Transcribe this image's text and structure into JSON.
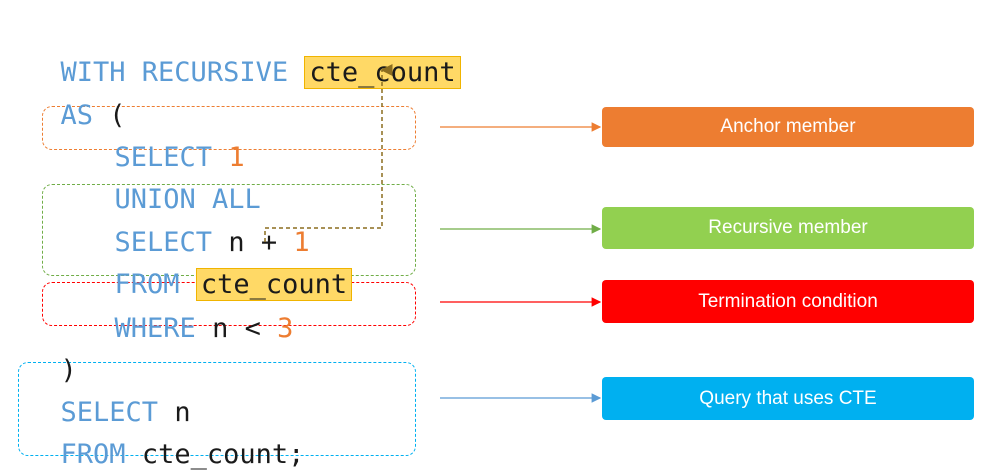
{
  "code": {
    "line1": {
      "kw": "WITH RECURSIVE",
      "name": "cte_count"
    },
    "line2": {
      "kw": "AS",
      "paren": "("
    },
    "line3": {
      "kw": "SELECT",
      "num": "1"
    },
    "line4": {
      "kw": "UNION ALL"
    },
    "line5": {
      "kw": "SELECT",
      "expr": "n +",
      "num": "1"
    },
    "line6": {
      "kw": "FROM",
      "name": "cte_count"
    },
    "line7": {
      "kw": "WHERE",
      "expr": "n <",
      "num": "3"
    },
    "line8": {
      "paren": ")"
    },
    "line9": {
      "kw": "SELECT",
      "expr": "n"
    },
    "line10": {
      "kw": "FROM",
      "expr": "cte_count;"
    }
  },
  "labels": {
    "anchor": "Anchor member",
    "recursive": "Recursive member",
    "termination": "Termination condition",
    "query": "Query that uses CTE"
  },
  "colors": {
    "anchor": "#ed7d31",
    "recursive": "#92d050",
    "termination": "#ff0000",
    "query": "#00b0f0",
    "keyword": "#5b9bd5",
    "number": "#ed7d31",
    "highlight": "#ffd966",
    "recursion_arrow": "#8c6d1f"
  }
}
